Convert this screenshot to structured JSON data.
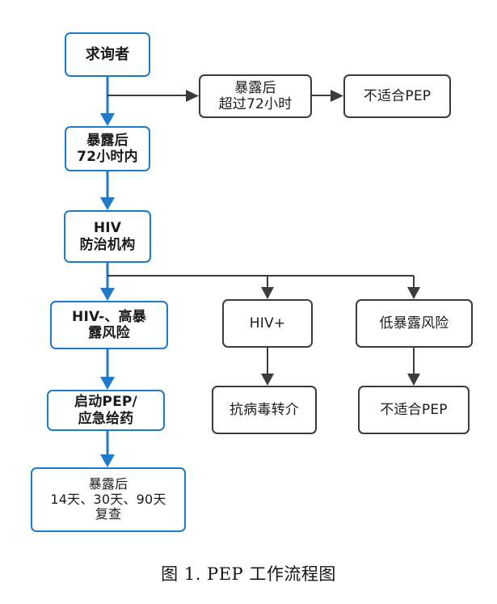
{
  "figure": {
    "caption": "图 1. PEP 工作流程图",
    "colors": {
      "blue_border": "#1f7ac9",
      "dark_border": "#3c3c3a",
      "blue_connector": "#1f7ac9",
      "dark_connector": "#3c3c3a",
      "background": "#ffffff",
      "text": "#1b1b1b"
    }
  },
  "nodes": {
    "inquirer": {
      "label": "求询者"
    },
    "over72": {
      "label": "暴露后\n超过72小时"
    },
    "not_suitable_top": {
      "label": "不适合PEP"
    },
    "within72": {
      "label": "暴露后\n72小时内"
    },
    "hiv_agency": {
      "label": "HIV\n防治机构"
    },
    "hiv_neg_high_risk": {
      "label": "HIV-、高暴\n露风险"
    },
    "hiv_pos": {
      "label": "HIV+"
    },
    "low_risk": {
      "label": "低暴露风险"
    },
    "start_pep": {
      "label": "启动PEP/\n应急给药"
    },
    "antiviral_referral": {
      "label": "抗病毒转介"
    },
    "not_suitable_bottom": {
      "label": "不适合PEP"
    },
    "followup": {
      "label": "暴露后\n14天、30天、90天\n复查"
    }
  }
}
